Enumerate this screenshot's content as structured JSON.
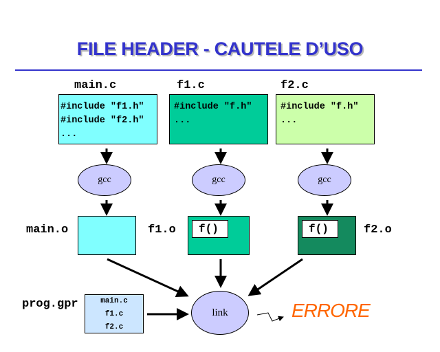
{
  "title": "FILE HEADER - CAUTELE D’USO",
  "sources": [
    {
      "name": "main.c",
      "lines": [
        "#include \"f1.h\"",
        "#include \"f2.h\"",
        "..."
      ],
      "color": "#80ffff"
    },
    {
      "name": "f1.c",
      "lines": [
        "#include \"f.h\"",
        "..."
      ],
      "color": "#00cc99"
    },
    {
      "name": "f2.c",
      "lines": [
        "#include \"f.h\"",
        "..."
      ],
      "color": "#ccffaa"
    }
  ],
  "compiler_label": "gcc",
  "objects": [
    {
      "name": "main.o",
      "color": "#80ffff",
      "symbol": null
    },
    {
      "name": "f1.o",
      "color": "#00cc99",
      "symbol": "f()"
    },
    {
      "name": "f2.o",
      "color": "#148a5e",
      "symbol": "f()"
    }
  ],
  "project": {
    "name": "prog.gpr",
    "files": [
      "main.c",
      "f1.c",
      "f2.c"
    ],
    "color": "#cce6ff"
  },
  "linker_label": "link",
  "result": {
    "label": "ERRORE",
    "color": "#ff6600"
  },
  "title_color": "#3333cc"
}
